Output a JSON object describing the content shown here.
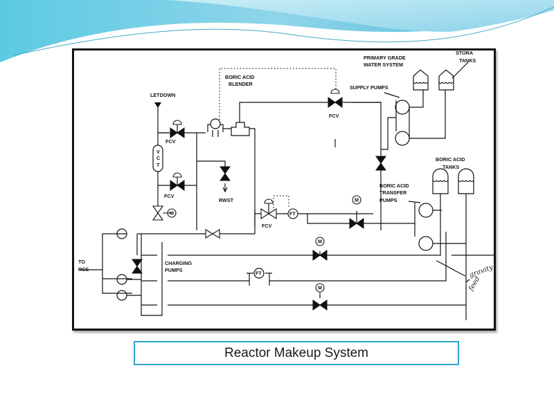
{
  "slide": {
    "caption": "Reactor Makeup System",
    "theme_colors": {
      "wave_light": "#bfe9f2",
      "wave_mid": "#7fd0e6",
      "wave_dark": "#3fb4d8",
      "caption_border": "#2fa6c8"
    }
  },
  "diagram": {
    "labels": {
      "letdown": "LETDOWN",
      "fcv_1": "FCV",
      "fcv_2": "FCV",
      "fcv_3": "FCV",
      "fcv_4": "FCV",
      "vct_v": "V",
      "vct_c": "C",
      "vct_t": "T",
      "rwst": "RWST",
      "boric_acid_blender_1": "BORIC ACID",
      "boric_acid_blender_2": "BLENDER",
      "primary_water_1": "PRIMARY GRADE",
      "primary_water_2": "WATER SYSTEM",
      "supply_pumps": "SUPPLY PUMPS",
      "storage_tanks_1": "STORA",
      "storage_tanks_2": "TANKS",
      "boric_acid_tanks_1": "BORIC ACID",
      "boric_acid_tanks_2": "TANKS",
      "transfer_pumps_1": "BORIC ACID",
      "transfer_pumps_2": "TRANSFER",
      "transfer_pumps_3": "PUMPS",
      "charging_pumps_1": "CHARGING",
      "charging_pumps_2": "PUMPS",
      "to_rcs_1": "TO",
      "to_rcs_2": "RCS",
      "motor": "M",
      "flow_transmitter": "FT",
      "handwritten_1": "gravity",
      "handwritten_2": "feed"
    }
  }
}
